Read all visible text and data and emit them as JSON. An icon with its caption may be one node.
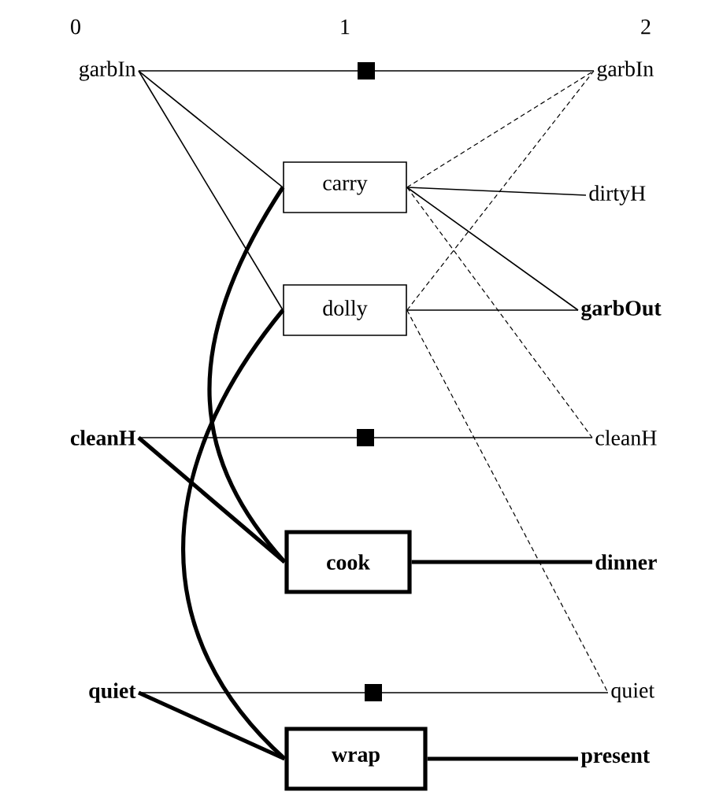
{
  "diagram": {
    "nodes": [
      {
        "text": [
          "garbIn"
        ]
      },
      {
        "text": [
          "carry"
        ]
      },
      {
        "text": [
          "dolly"
        ]
      },
      {
        "text": [
          "garbIn"
        ]
      },
      {
        "text": [
          "dirtyH"
        ]
      },
      {
        "text": [
          "garbOut"
        ]
      },
      {
        "text": [
          "cleanH"
        ]
      },
      {
        "text": [
          "cleanH"
        ]
      },
      {
        "text": [
          "cook"
        ]
      },
      {
        "text": [
          "dinner"
        ]
      },
      {
        "text": [
          "quiet"
        ]
      },
      {
        "text": [
          "quiet"
        ]
      },
      {
        "text": [
          "wrap"
        ]
      },
      {
        "text": [
          "present"
        ]
      }
    ],
    "edges": [
      {
        "from": 0,
        "to": 3,
        "arrow": "none"
      },
      {
        "from": 0,
        "to": 1,
        "arrow": "none"
      },
      {
        "from": 0,
        "to": 2,
        "arrow": "none"
      },
      {
        "from": 1,
        "to": 3,
        "arrow": "none",
        "style": "dashed"
      },
      {
        "from": 2,
        "to": 3,
        "arrow": "none",
        "style": "dashed"
      },
      {
        "from": 1,
        "to": 4,
        "arrow": "none"
      },
      {
        "from": 1,
        "to": 5,
        "arrow": "none"
      },
      {
        "from": 2,
        "to": 5,
        "arrow": "none"
      },
      {
        "from": 1,
        "to": 7,
        "arrow": "none",
        "style": "dashed"
      },
      {
        "from": 2,
        "to": 11,
        "arrow": "none",
        "style": "dashed"
      },
      {
        "from": 6,
        "to": 7,
        "arrow": "none"
      },
      {
        "from": 6,
        "to": 8,
        "arrow": "none",
        "style": "thick"
      },
      {
        "from": 1,
        "to": 8,
        "arrow": "none",
        "style": "thick"
      },
      {
        "from": 2,
        "to": 12,
        "arrow": "none",
        "style": "thick"
      },
      {
        "from": 8,
        "to": 9,
        "arrow": "none",
        "style": "thick"
      },
      {
        "from": 10,
        "to": 11,
        "arrow": "none"
      },
      {
        "from": 10,
        "to": 12,
        "arrow": "none",
        "style": "thick"
      },
      {
        "from": 12,
        "to": 13,
        "arrow": "none",
        "style": "thick"
      }
    ],
    "labels": [
      "0",
      "1",
      "2"
    ]
  }
}
